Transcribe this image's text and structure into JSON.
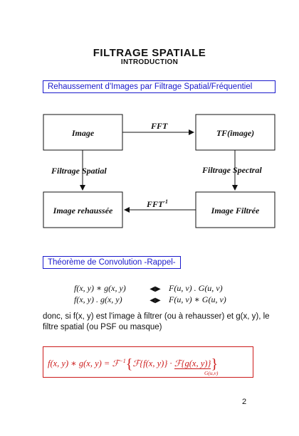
{
  "page": {
    "title": "FILTRAGE SPATIALE",
    "subtitle": "INTRODUCTION",
    "page_number": "2"
  },
  "section1": {
    "heading": "Rehaussement d'Images par Filtrage Spatial/Fréquentiel"
  },
  "diagram": {
    "boxes": {
      "image": "Image",
      "tf_image": "TF(image)",
      "image_filtree": "Image Filtrée",
      "image_rehaussee": "Image rehaussée"
    },
    "edges": {
      "fft": "FFT",
      "fft_inv_base": "FFT",
      "fft_inv_exp": "-1",
      "filtrage_spatial": "Filtrage Spatial",
      "filtrage_spectral": "Filtrage Spectral"
    }
  },
  "section2": {
    "heading": "Théorème de Convolution -Rappel-",
    "equations": [
      {
        "lhs": "f(x, y) ∗ g(x, y)",
        "arrow": "◀▶",
        "rhs": "F(u, ν) . G(u, ν)"
      },
      {
        "lhs": "f(x, y) . g(x, y)",
        "arrow": "◀▶",
        "rhs": "F(u, ν) ∗ G(u, ν)"
      }
    ],
    "paragraph": "donc, si f(x, y) est l'image à filtrer (ou à rehausser) et g(x, y), le filtre spatial (ou PSF ou masque)"
  },
  "formula": {
    "lhs": "f(x, y) ∗ g(x, y) = ",
    "inverse": "ℱ",
    "inverse_exp": "−1",
    "inner_left": "ℱ{f(x, y)} · ",
    "inner_right": "ℱ{g(x, y)}",
    "underbrace_label": "G(u,ν)"
  },
  "colors": {
    "section_box": "#1a1acc",
    "formula_box": "#cc1a1a"
  }
}
